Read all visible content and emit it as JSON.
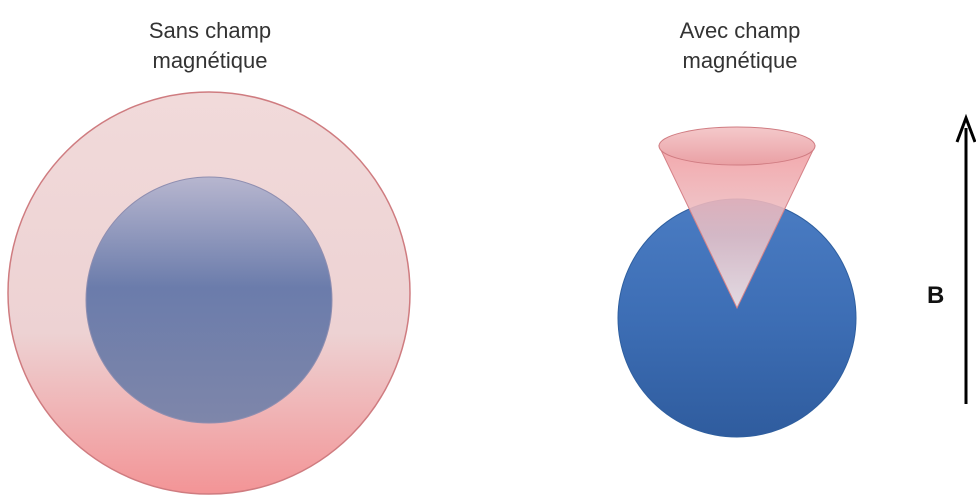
{
  "left_panel": {
    "caption_line1": "Sans champ",
    "caption_line2": "magnétique"
  },
  "right_panel": {
    "caption_line1": "Avec champ",
    "caption_line2": "magnétique"
  },
  "field_arrow": {
    "label": "B"
  },
  "colors": {
    "outer_shell": "#e9a5a7",
    "outer_shell_stroke": "#d17b7f",
    "inner_sphere": "#6778a8",
    "blue_sphere": "#3f6fb6",
    "cone_fill": "#efb3b6",
    "arrow": "#000000"
  }
}
